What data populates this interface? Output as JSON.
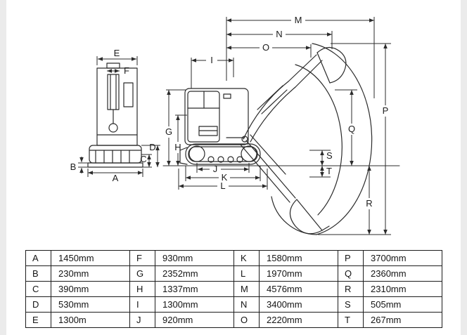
{
  "diagram": {
    "labels": {
      "A": "A",
      "B": "B",
      "C": "C",
      "D": "D",
      "E": "E",
      "F": "F",
      "G": "G",
      "H": "H",
      "I": "I",
      "J": "J",
      "K": "K",
      "L": "L",
      "M": "M",
      "N": "N",
      "O": "O",
      "P": "P",
      "Q": "Q",
      "R": "R",
      "S": "S",
      "T": "T"
    }
  },
  "table": {
    "rows": [
      [
        "A",
        "1450mm",
        "F",
        "930mm",
        "K",
        "1580mm",
        "P",
        "3700mm"
      ],
      [
        "B",
        "230mm",
        "G",
        "2352mm",
        "L",
        "1970mm",
        "Q",
        "2360mm"
      ],
      [
        "C",
        "390mm",
        "H",
        "1337mm",
        "M",
        "4576mm",
        "R",
        "2310mm"
      ],
      [
        "D",
        "530mm",
        "I",
        "1300mm",
        "N",
        "3400mm",
        "S",
        "505mm"
      ],
      [
        "E",
        "1300m",
        "J",
        "920mm",
        "O",
        "2220mm",
        "T",
        "267mm"
      ]
    ]
  }
}
